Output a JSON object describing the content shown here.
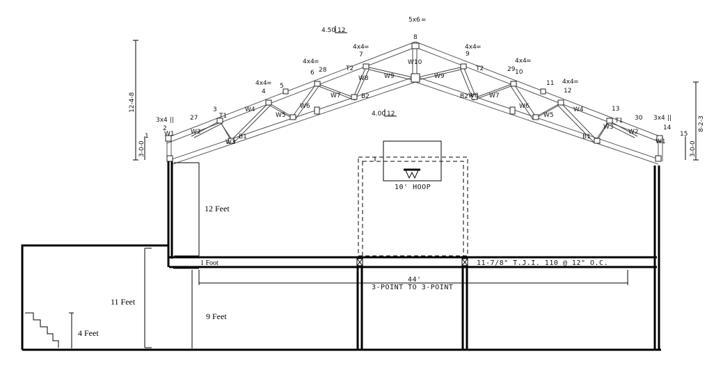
{
  "dimensions": {
    "ceiling_height": "12 Feet",
    "floor_thickness": "1 Foot",
    "left_room_height": "11 Feet",
    "stair_height": "4 Feet",
    "lower_height": "9 Feet"
  },
  "court": {
    "hoop": "10'  HOOP",
    "width": "44'",
    "width_label": "3-POINT  TO  3-POINT",
    "joist_note": "11-7/8\"  T.J.I. 110 @ 12\" O.C."
  },
  "truss": {
    "pitch_top": "4.50",
    "pitch_top_unit": "12",
    "pitch_bottom": "4.00",
    "pitch_bottom_unit": "12",
    "left_height": "12-4-8",
    "left_heel": "3-0-0",
    "right_height": "8-2-3",
    "right_heel": "3-0-0",
    "plates": [
      "5x6",
      "4x4",
      "4x4",
      "4x4",
      "4x4",
      "4x4",
      "4x4",
      "3x4",
      "3x4"
    ],
    "joints": [
      "1",
      "2",
      "27",
      "3",
      "4",
      "5",
      "6",
      "28",
      "7",
      "8",
      "9",
      "29",
      "10",
      "11",
      "12",
      "13",
      "30",
      "14",
      "15"
    ],
    "members": [
      "T1",
      "T2",
      "T2",
      "T1",
      "B1",
      "B2",
      "B2",
      "B1",
      "W1",
      "W2",
      "W3",
      "W4",
      "W5",
      "W6",
      "W7",
      "W8",
      "W9",
      "W10",
      "W9",
      "W8",
      "W7",
      "W6",
      "W5",
      "W4",
      "W3",
      "W2",
      "W1"
    ]
  }
}
